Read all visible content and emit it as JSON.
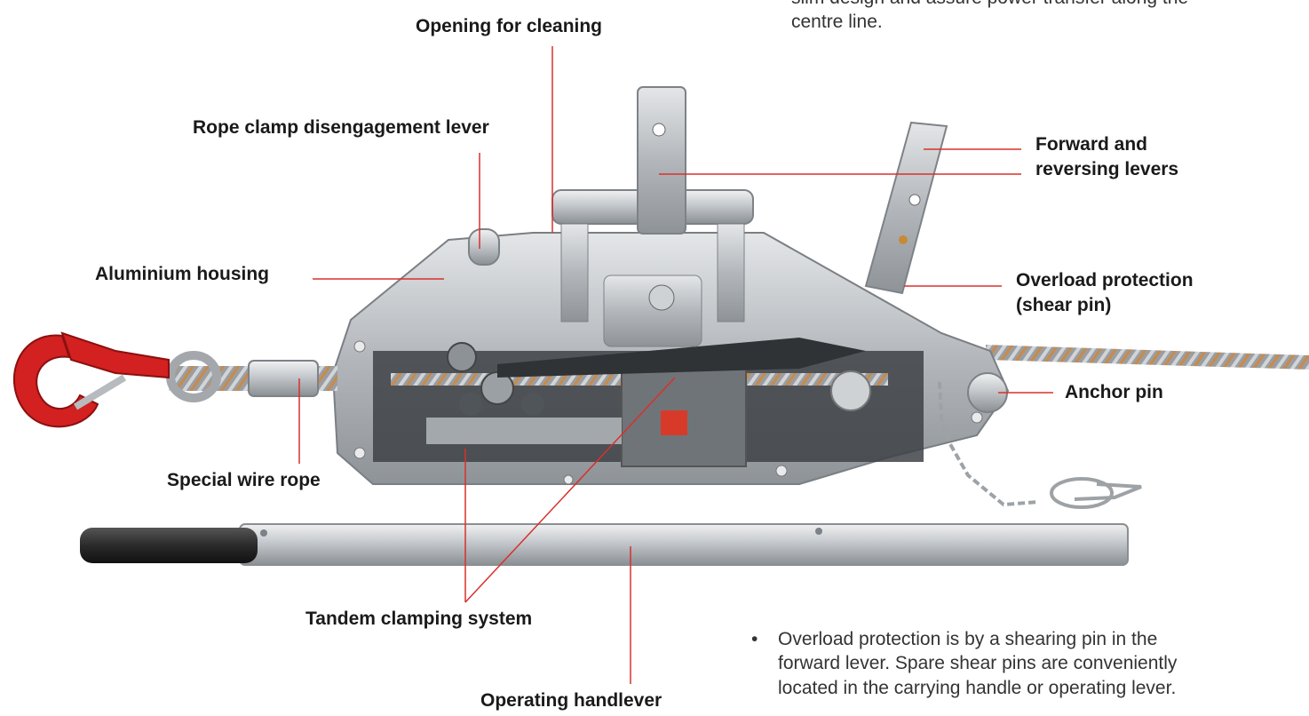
{
  "intro_text": {
    "line1": "slim design and assure power transfer along the",
    "line2": "centre line."
  },
  "labels": {
    "opening_for_cleaning": "Opening for cleaning",
    "rope_clamp_disengagement_lever": "Rope clamp disengagement lever",
    "forward_and": "Forward and",
    "reversing_levers": "reversing levers",
    "aluminium_housing": "Aluminium housing",
    "overload_protection": "Overload protection",
    "shear_pin": "(shear pin)",
    "anchor_pin": "Anchor pin",
    "special_wire_rope": "Special wire rope",
    "tandem_clamping_system": "Tandem clamping system",
    "operating_handlever": "Operating handlever"
  },
  "note": {
    "bullet": "•",
    "line1": "Overload protection is by a shearing pin in the",
    "line2": "forward lever. Spare shear pins are conveniently",
    "line3": "located in the carrying handle or operating lever."
  },
  "colors": {
    "callout_line": "#d9302b",
    "label_text": "#1a1a1a",
    "hook": "#d32020",
    "housing": "#b8bcc0"
  }
}
